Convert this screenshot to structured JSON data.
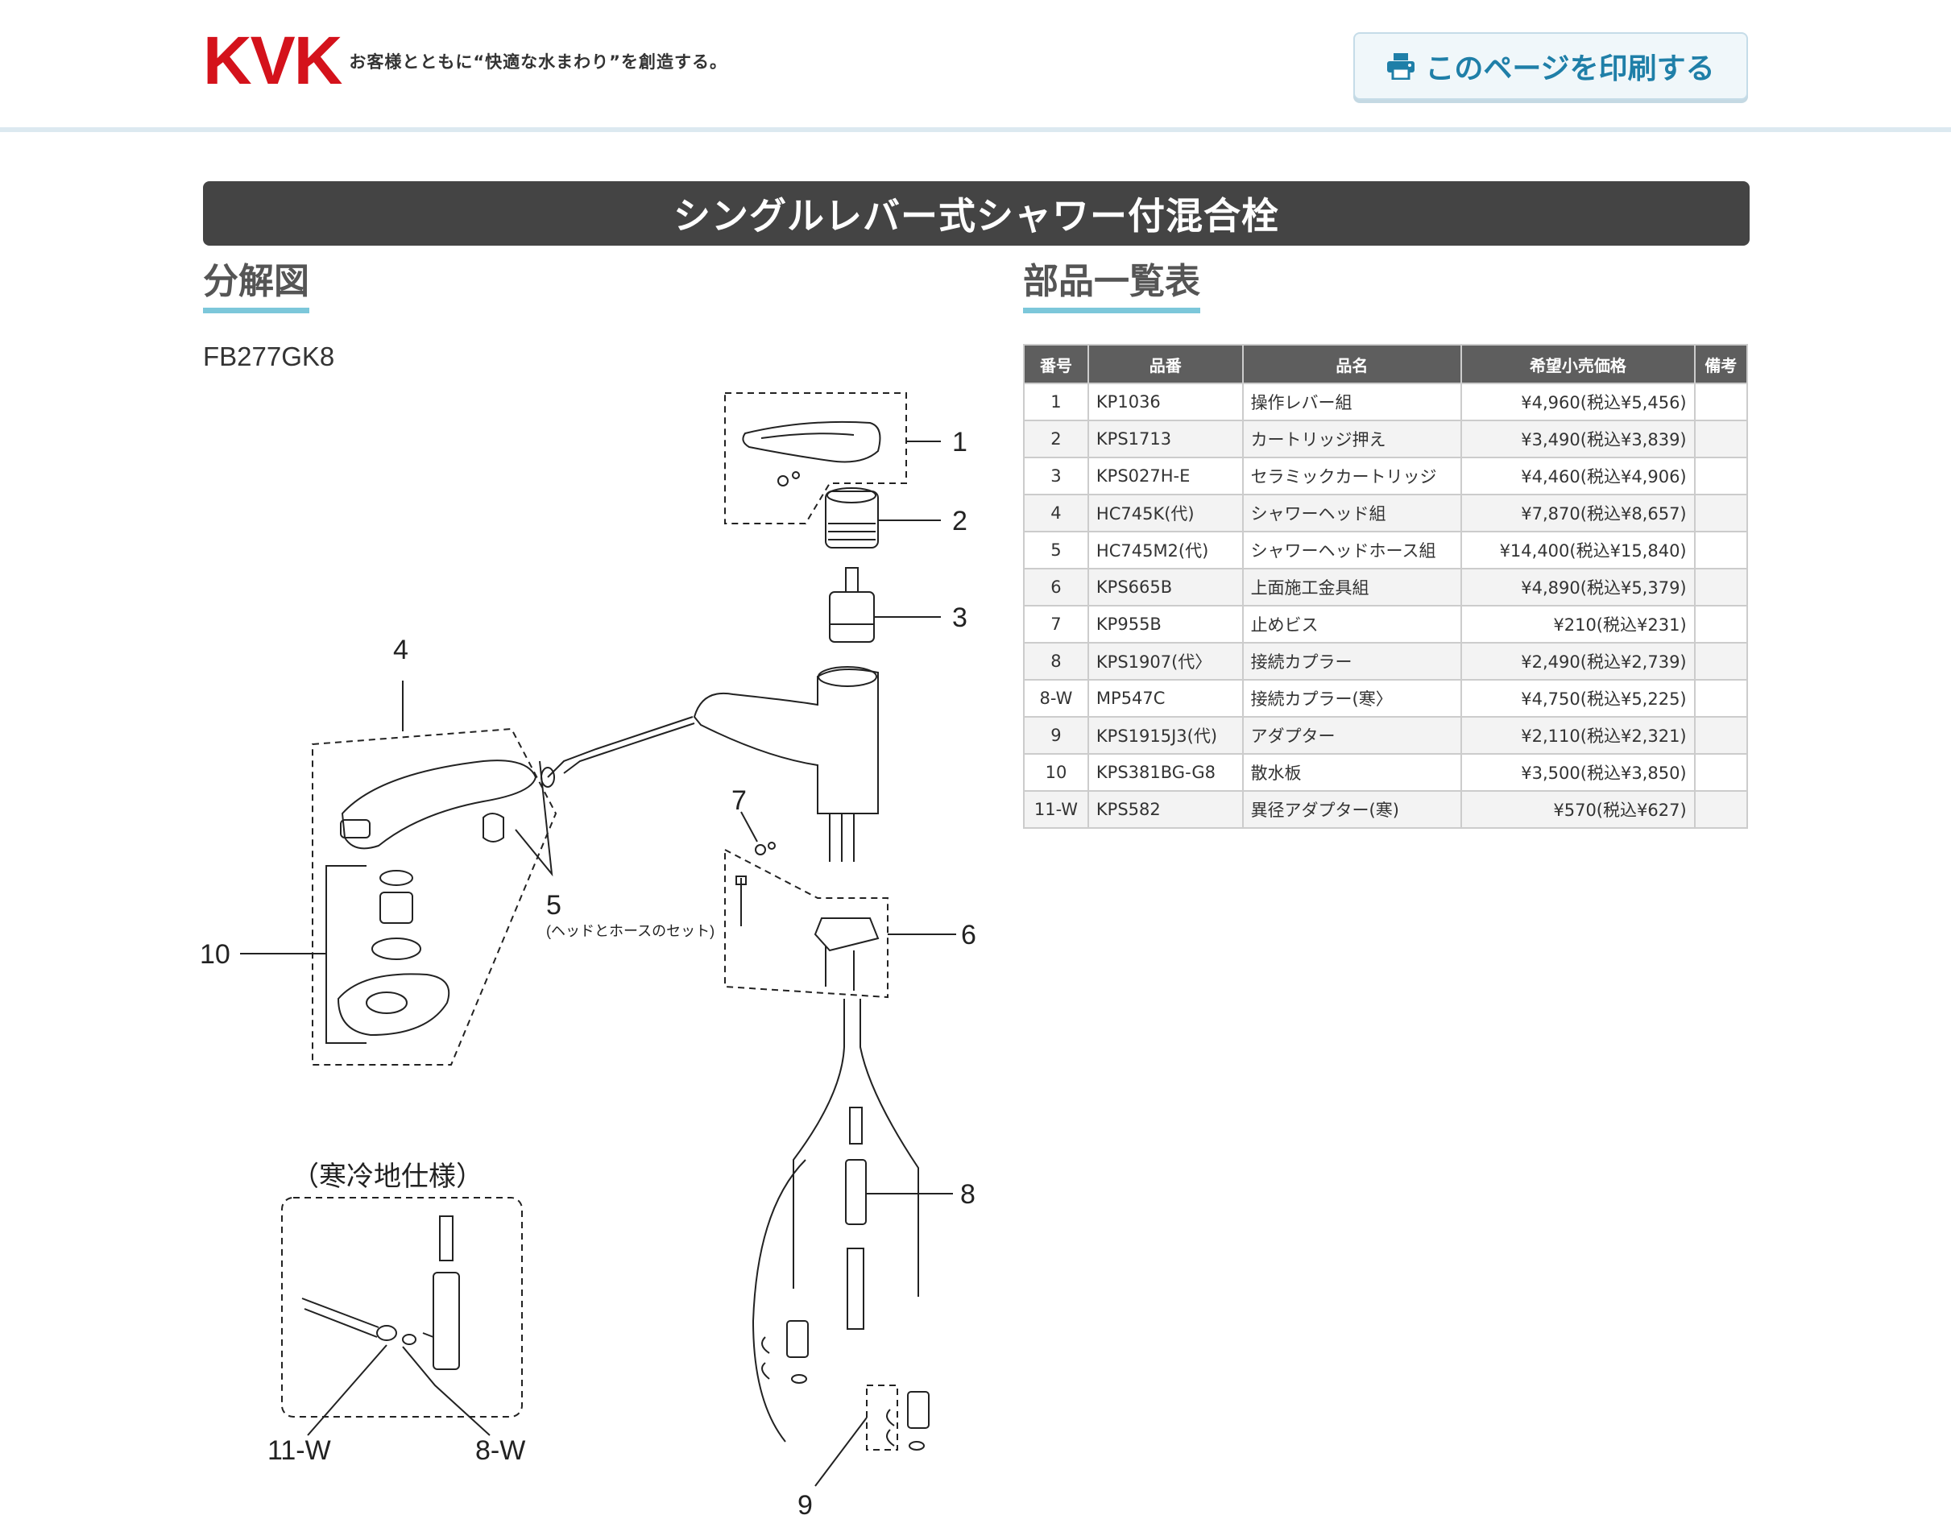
{
  "header": {
    "logo_text": "KVK",
    "tagline": "お客様とともに“快適な水まわり”を創造する。",
    "print_button_label": "このページを印刷する"
  },
  "page_title": "シングルレバー式シャワー付混合栓",
  "diagram_section": {
    "heading": "分解図",
    "model": "FB277GK8",
    "callouts": {
      "c1": "1",
      "c2": "2",
      "c3": "3",
      "c4": "4",
      "c5": "5",
      "c5_note": "(ヘッドとホースのセット)",
      "c6": "6",
      "c7": "7",
      "c8": "8",
      "c9": "9",
      "c10": "10",
      "cold_region_title": "（寒冷地仕様）",
      "c11w": "11-W",
      "c8w": "8-W"
    }
  },
  "parts_section": {
    "heading": "部品一覧表",
    "columns": [
      "番号",
      "品番",
      "品名",
      "希望小売価格",
      "備考"
    ],
    "rows": [
      {
        "no": "1",
        "part": "KP1036",
        "name": "操作レバー組",
        "price": "¥4,960(税込¥5,456)",
        "note": ""
      },
      {
        "no": "2",
        "part": "KPS1713",
        "name": "カートリッジ押え",
        "price": "¥3,490(税込¥3,839)",
        "note": ""
      },
      {
        "no": "3",
        "part": "KPS027H-E",
        "name": "セラミックカートリッジ",
        "price": "¥4,460(税込¥4,906)",
        "note": ""
      },
      {
        "no": "4",
        "part": "HC745K(代)",
        "name": "シャワーヘッド組",
        "price": "¥7,870(税込¥8,657)",
        "note": ""
      },
      {
        "no": "5",
        "part": "HC745M2(代)",
        "name": "シャワーヘッドホース組",
        "price": "¥14,400(税込¥15,840)",
        "note": ""
      },
      {
        "no": "6",
        "part": "KPS665B",
        "name": "上面施工金具組",
        "price": "¥4,890(税込¥5,379)",
        "note": ""
      },
      {
        "no": "7",
        "part": "KP955B",
        "name": "止めビス",
        "price": "¥210(税込¥231)",
        "note": ""
      },
      {
        "no": "8",
        "part": "KPS1907(代〉",
        "name": "接続カプラー",
        "price": "¥2,490(税込¥2,739)",
        "note": ""
      },
      {
        "no": "8-W",
        "part": "MP547C",
        "name": "接続カプラー(寒〉",
        "price": "¥4,750(税込¥5,225)",
        "note": ""
      },
      {
        "no": "9",
        "part": "KPS1915J3(代)",
        "name": "アダプター",
        "price": "¥2,110(税込¥2,321)",
        "note": ""
      },
      {
        "no": "10",
        "part": "KPS381BG-G8",
        "name": "散水板",
        "price": "¥3,500(税込¥3,850)",
        "note": ""
      },
      {
        "no": "11-W",
        "part": "KPS582",
        "name": "異径アダプター(寒)",
        "price": "¥570(税込¥627)",
        "note": ""
      }
    ]
  },
  "colors": {
    "brand_red": "#d4121b",
    "title_bar": "#444444",
    "heading_underline": "#7cc7da",
    "print_button_text": "#1f7fa8",
    "table_header": "#5e5e5e"
  }
}
